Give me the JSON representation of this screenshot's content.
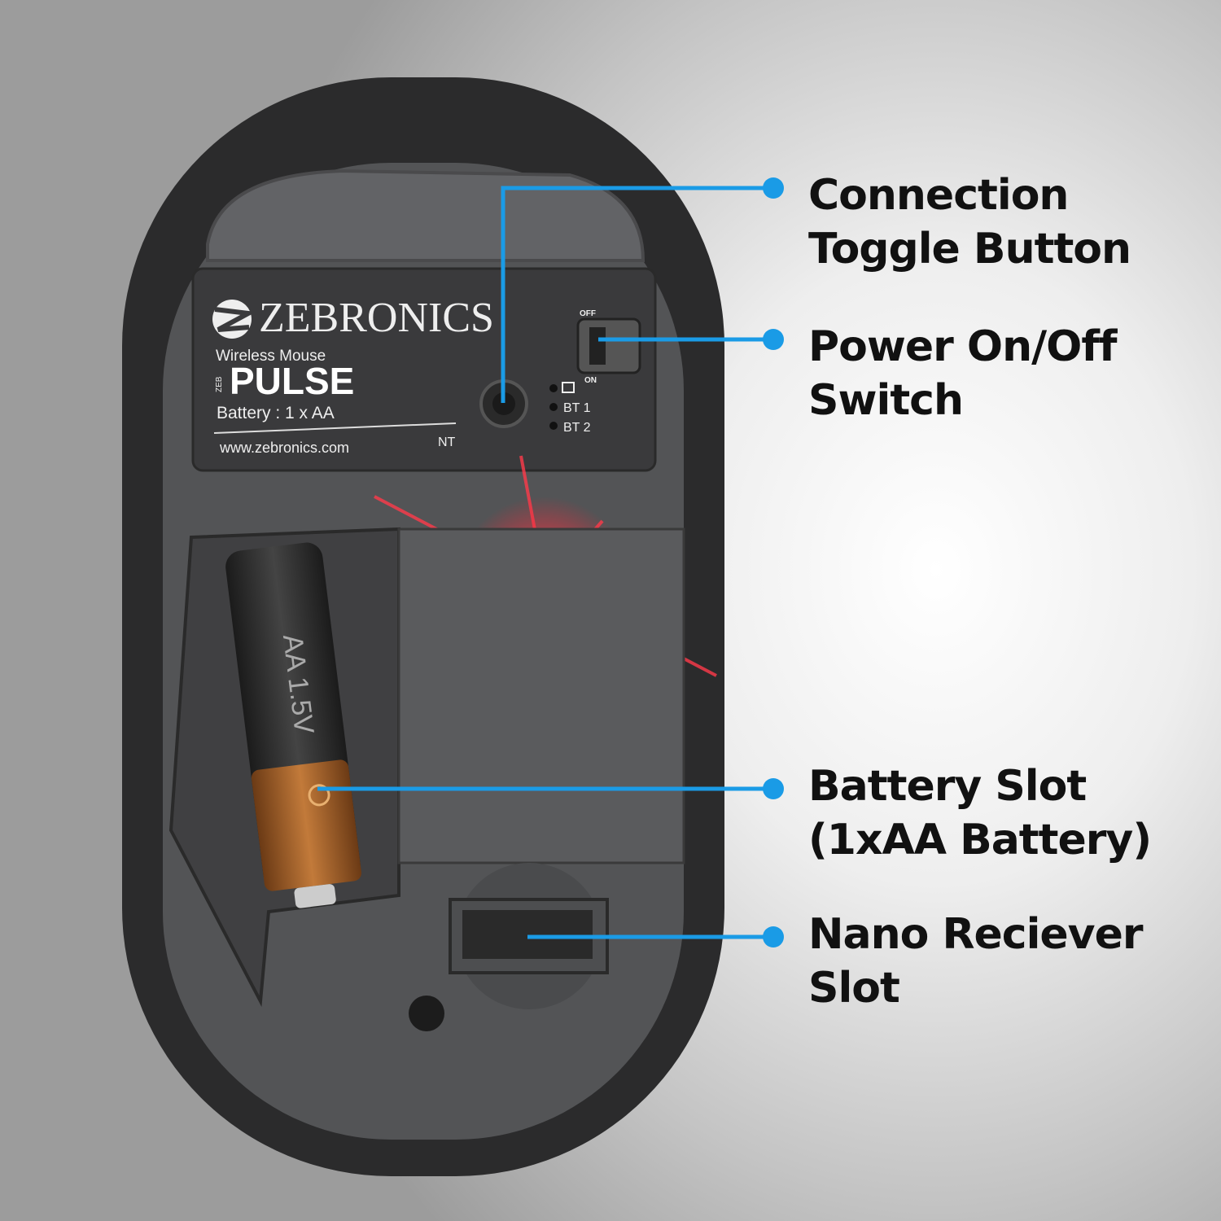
{
  "accent_color": "#1a9be6",
  "product_label": {
    "brand": "ZEBRONICS",
    "product_type": "Wireless Mouse",
    "series_prefix": "ZEB",
    "model": "PULSE",
    "battery": "Battery : 1 x AA",
    "website": "www.zebronics.com",
    "code": "NT",
    "switch_off": "OFF",
    "switch_on": "ON",
    "mode_bt1": "BT 1",
    "mode_bt2": "BT 2"
  },
  "battery_print": "AA 1.5V",
  "callouts": [
    {
      "line1": "Connection",
      "line2": "Toggle Button"
    },
    {
      "line1": "Power On/Off",
      "line2": "Switch"
    },
    {
      "line1": "Battery Slot",
      "line2": "(1xAA Battery)"
    },
    {
      "line1": "Nano Reciever",
      "line2": "Slot"
    }
  ]
}
